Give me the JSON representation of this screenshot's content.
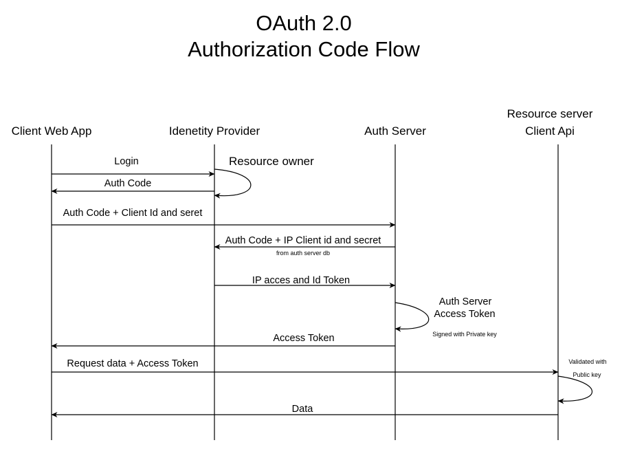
{
  "title": {
    "line1": "OAuth 2.0",
    "line2": "Authorization Code Flow"
  },
  "actors": {
    "client_web_app": "Client Web App",
    "identity_provider": "Idenetity Provider",
    "auth_server": "Auth Server",
    "resource_server_line1": "Resource server",
    "resource_server_line2": "Client Api"
  },
  "messages": {
    "login": "Login",
    "auth_code": "Auth Code",
    "auth_code_client": "Auth Code + Client Id and seret",
    "auth_code_ip": "Auth Code + IP Client id and secret",
    "ip_tokens": "IP acces and Id Token",
    "access_token": "Access Token",
    "request_data": "Request data + Access Token",
    "data": "Data"
  },
  "self_calls": {
    "resource_owner": "Resource owner",
    "auth_server_line1": "Auth Server",
    "auth_server_line2": "Access Token"
  },
  "notes": {
    "from_db": "from auth server db",
    "signed": "Signed with Private key",
    "validated_line1": "Validated with",
    "validated_line2": "Public key"
  }
}
